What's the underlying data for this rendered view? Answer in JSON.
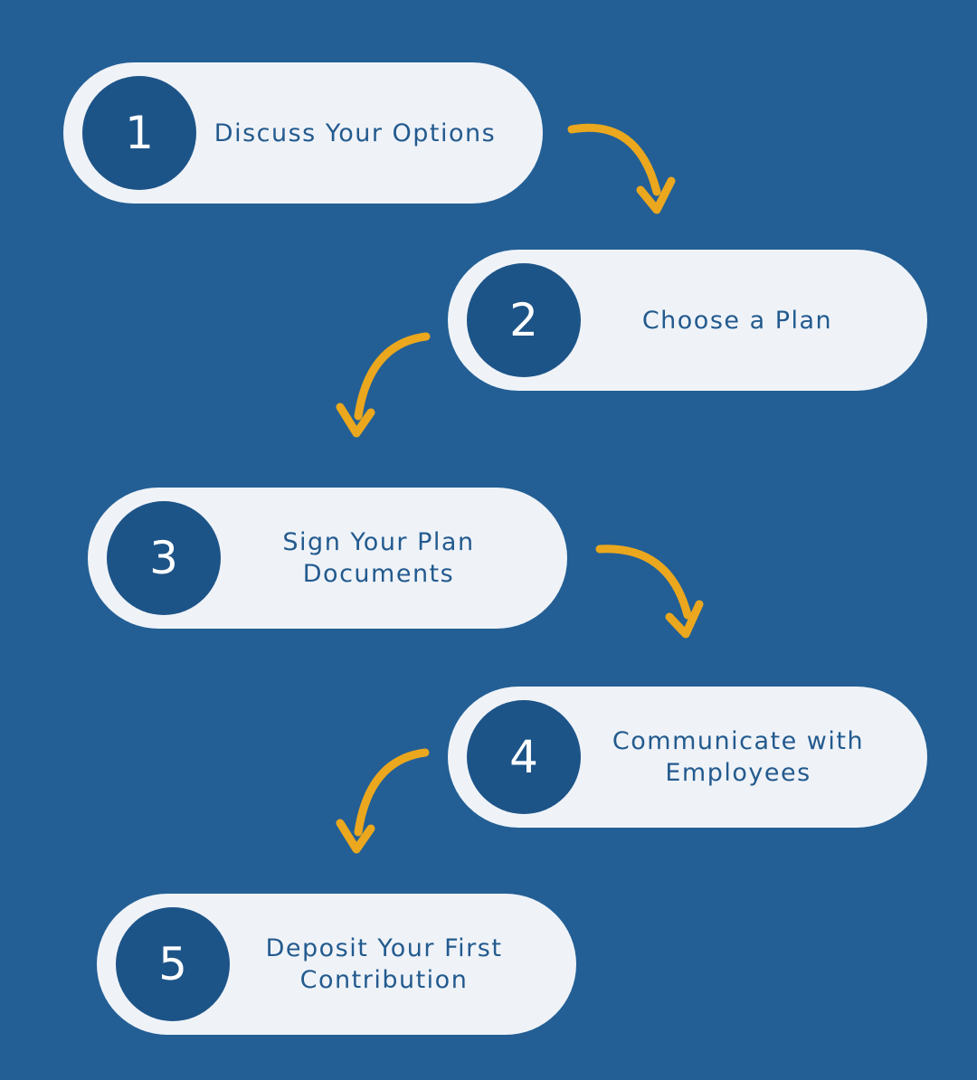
{
  "colors": {
    "background": "#235F95",
    "pill": "#EFF3F8",
    "circle": "#1D5488",
    "label_text": "#235A8E",
    "number_text": "#FFFFFF",
    "arrow": "#EBA71D"
  },
  "steps": [
    {
      "number": "1",
      "label": "Discuss Your Options"
    },
    {
      "number": "2",
      "label": "Choose a Plan"
    },
    {
      "number": "3",
      "label": "Sign Your Plan Documents"
    },
    {
      "number": "4",
      "label": "Communicate with Employees"
    },
    {
      "number": "5",
      "label": "Deposit Your First Contribution"
    }
  ],
  "connectors": [
    {
      "from": "1",
      "to": "2",
      "direction": "down-right"
    },
    {
      "from": "2",
      "to": "3",
      "direction": "down-left"
    },
    {
      "from": "3",
      "to": "4",
      "direction": "down-right"
    },
    {
      "from": "4",
      "to": "5",
      "direction": "down-left"
    }
  ]
}
